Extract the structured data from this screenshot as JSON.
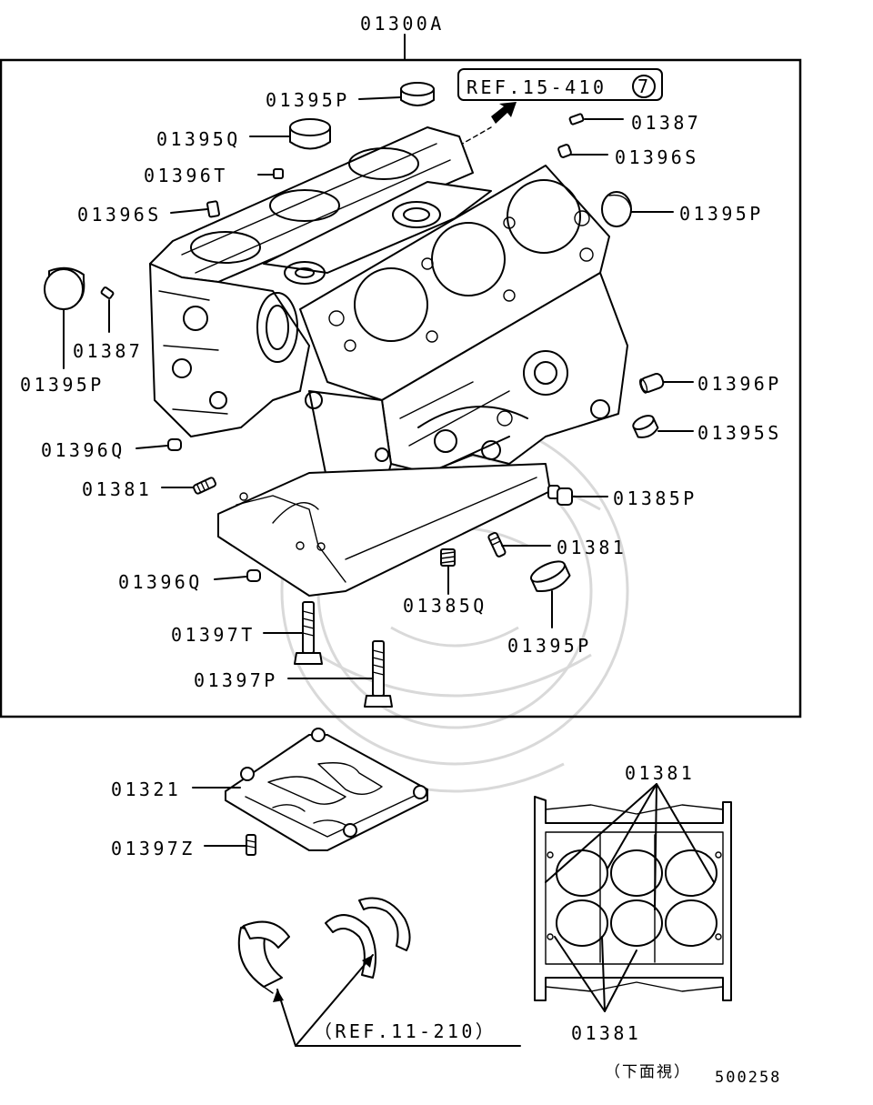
{
  "diagram": {
    "assembly_label": "01300A",
    "ref_top": "REF.15-410",
    "ref_top_circled": "7",
    "ref_bottom": "（REF.11-210）",
    "view_note": "（下面視）",
    "diagram_number": "500258",
    "callouts": {
      "p1395_top": "01395P",
      "q1395": "01395Q",
      "t1396": "01396T",
      "s1396_left": "01396S",
      "p1395_left": "01395P",
      "k1387_left": "01387",
      "q1396_upper": "01396Q",
      "k1381_left": "01381",
      "q1396_lower": "01396Q",
      "t1397": "01397T",
      "p1397": "01397P",
      "q1385": "01385Q",
      "p1395_bottom": "01395P",
      "k1381_right": "01381",
      "p1385": "01385P",
      "s1395": "01395S",
      "p1396": "01396P",
      "p1395_right": "01395P",
      "s1396_right": "01396S",
      "k1387_right": "01387",
      "k1321": "01321",
      "z1397": "01397Z",
      "k1381_inset_top": "01381",
      "k1381_inset_bottom": "01381"
    }
  }
}
